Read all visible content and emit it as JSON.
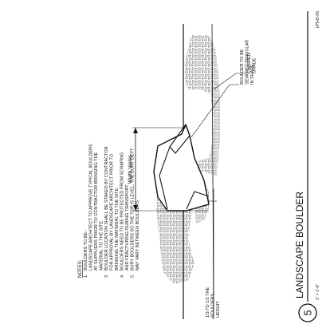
{
  "detail": {
    "number": "5",
    "title": "LANDSCAPE BOULDER",
    "scale": "1\" = 1'-0\"",
    "sheet_ref": "LP5-D-05"
  },
  "labels": {
    "boulder_callout": [
      "BOULDER TO BE",
      "SEMI RECTANGULAR",
      "IN SHAPE"
    ],
    "finished_grade": [
      "FINISHED",
      "GRADE"
    ],
    "width_varies": "Width Varies",
    "bury_depth": [
      "1/3 TO 1/2 THE",
      "BOULDERS",
      "HEIGHT"
    ]
  },
  "notes": {
    "heading": "NOTES:",
    "items": [
      {
        "num": "1.",
        "lines": [
          "BOULDERS TO BE:-",
          "LANDSCAPE ARCHITECT TO APPROVE TYPICAL BOULDERS",
          "AT SUPPLIERS PRIOR TO CONTRACTOR BRINGING THE",
          "MATERIAL TO THE SITE."
        ]
      },
      {
        "num": "3.",
        "lines": [
          "BOULDER LOCATION SHALL BE STAKED BY CONTRACTOR",
          "FOR APPROVAL BY LANDSCAPE ARCHITECT PRIOR TO",
          "BRINGING THE MATERIAL TO THE SITE."
        ]
      },
      {
        "num": "4.",
        "lines": [
          "BOULDERS NEED TO BE PROTECTED FROM SCRAPING",
          "AND FRACTURING DURING TRANSPORT."
        ]
      },
      {
        "num": "5.",
        "lines": [
          "BURY BOULDERS SO THE TOP IS LEVEL. THE BURY DEPT",
          "MAY VARY BETWEEN BOULDERS."
        ]
      }
    ]
  }
}
